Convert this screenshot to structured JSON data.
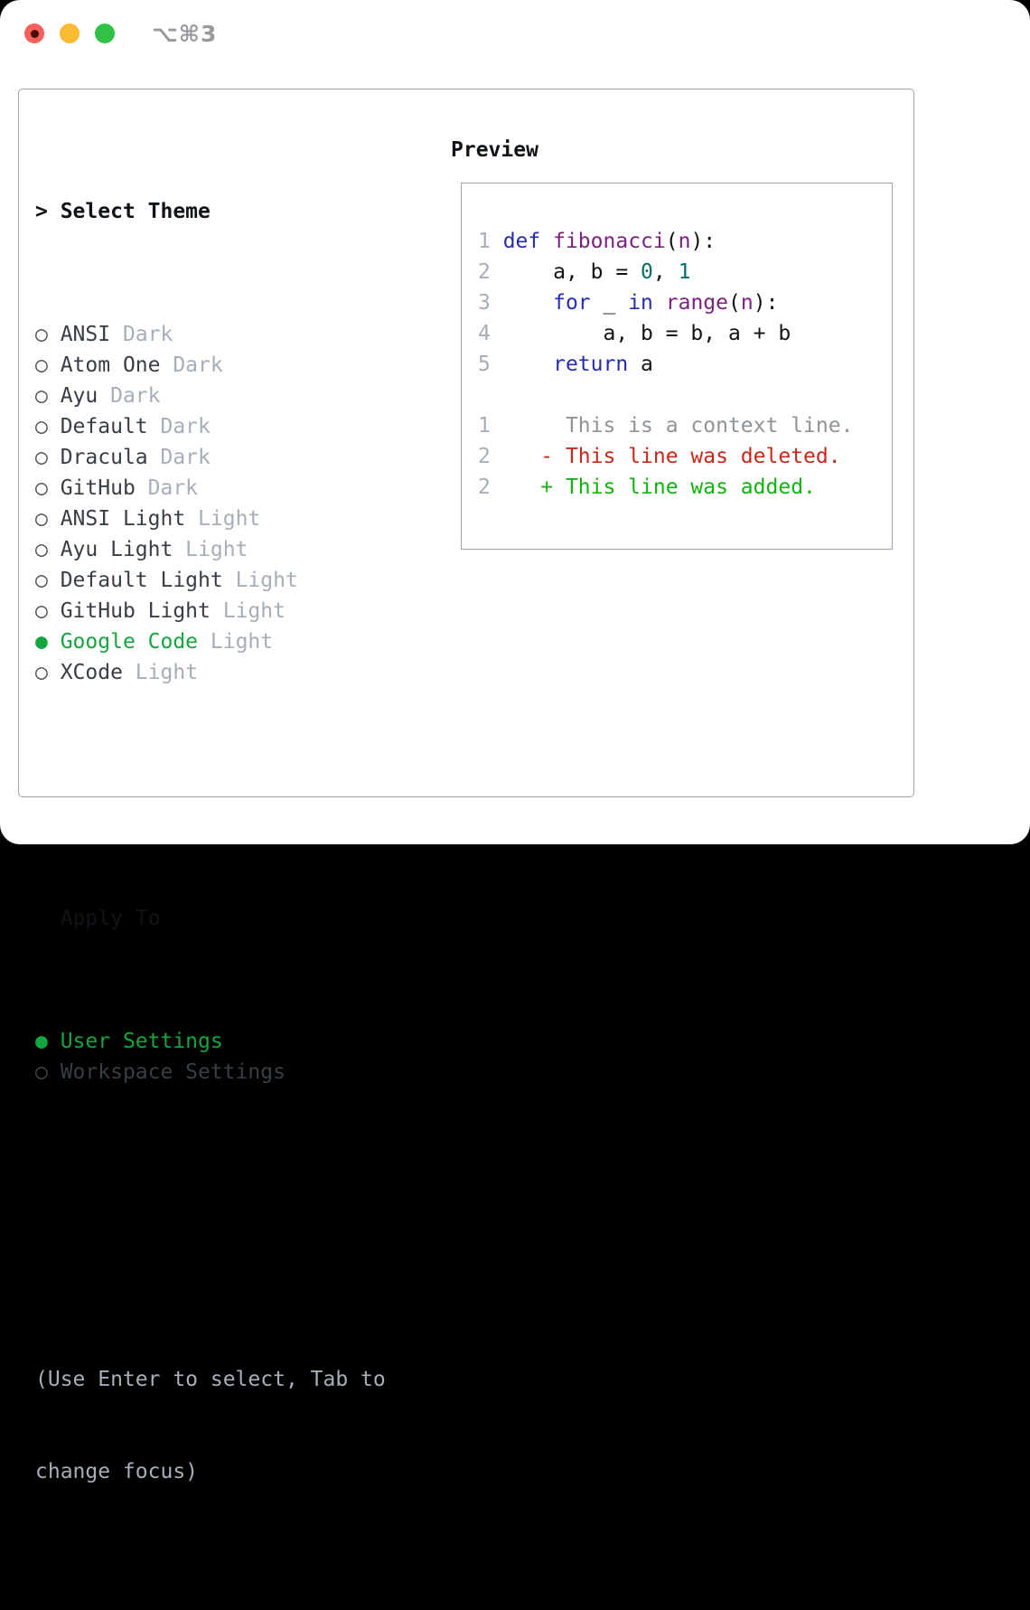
{
  "window": {
    "shortcut": "⌥⌘3",
    "traffic_lights": [
      {
        "name": "close-button",
        "color": "#f5605a"
      },
      {
        "name": "minimize-button",
        "color": "#f9bb33"
      },
      {
        "name": "zoom-button",
        "color": "#31c146"
      }
    ]
  },
  "theme_selector": {
    "title": "Select Theme",
    "markers": {
      "cursor": ">",
      "unselected": "○",
      "selected": "●"
    },
    "themes": [
      {
        "name": "ANSI",
        "variant": "Dark",
        "selected": false
      },
      {
        "name": "Atom One",
        "variant": "Dark",
        "selected": false
      },
      {
        "name": "Ayu",
        "variant": "Dark",
        "selected": false
      },
      {
        "name": "Default",
        "variant": "Dark",
        "selected": false
      },
      {
        "name": "Dracula",
        "variant": "Dark",
        "selected": false
      },
      {
        "name": "GitHub",
        "variant": "Dark",
        "selected": false
      },
      {
        "name": "ANSI Light",
        "variant": "Light",
        "selected": false
      },
      {
        "name": "Ayu Light",
        "variant": "Light",
        "selected": false
      },
      {
        "name": "Default Light",
        "variant": "Light",
        "selected": false
      },
      {
        "name": "GitHub Light",
        "variant": "Light",
        "selected": false
      },
      {
        "name": "Google Code",
        "variant": "Light",
        "selected": true
      },
      {
        "name": "XCode",
        "variant": "Light",
        "selected": false
      }
    ],
    "apply_to": {
      "title": "Apply To",
      "options": [
        {
          "name": "User Settings",
          "selected": true
        },
        {
          "name": "Workspace Settings",
          "selected": false
        }
      ]
    },
    "help_lines": [
      "(Use Enter to select, Tab to",
      "change focus)"
    ]
  },
  "preview": {
    "title": "Preview",
    "code_lines": [
      [
        [
          "ln",
          "1 "
        ],
        [
          "kw",
          "def"
        ],
        [
          "pl",
          " "
        ],
        [
          "fn",
          "fibonacci"
        ],
        [
          "pl",
          "("
        ],
        [
          "fn",
          "n"
        ],
        [
          "pl",
          "):"
        ]
      ],
      [
        [
          "ln",
          "2 "
        ],
        [
          "pl",
          "    a, b = "
        ],
        [
          "lit",
          "0"
        ],
        [
          "pl",
          ", "
        ],
        [
          "lit",
          "1"
        ]
      ],
      [
        [
          "ln",
          "3 "
        ],
        [
          "pl",
          "    "
        ],
        [
          "kw",
          "for"
        ],
        [
          "pl",
          " _ "
        ],
        [
          "kw",
          "in"
        ],
        [
          "pl",
          " "
        ],
        [
          "fn",
          "range"
        ],
        [
          "pl",
          "("
        ],
        [
          "fn",
          "n"
        ],
        [
          "pl",
          "):"
        ]
      ],
      [
        [
          "ln",
          "4 "
        ],
        [
          "pl",
          "        a, b = b, a + b"
        ]
      ],
      [
        [
          "ln",
          "5 "
        ],
        [
          "pl",
          "    "
        ],
        [
          "kw",
          "return"
        ],
        [
          "pl",
          " a"
        ]
      ],
      [],
      [
        [
          "ln",
          "1 "
        ],
        [
          "ctx",
          "     This is a context line."
        ]
      ],
      [
        [
          "ln",
          "2 "
        ],
        [
          "pl",
          "   "
        ],
        [
          "del",
          "- This line was deleted."
        ]
      ],
      [
        [
          "ln",
          "2 "
        ],
        [
          "pl",
          "   "
        ],
        [
          "add",
          "+ This line was added."
        ]
      ]
    ]
  },
  "colors": {
    "accent_green": "#13a63e",
    "added_green": "#10b30f",
    "deleted_red": "#c6281a",
    "context_gray": "#8f9499",
    "muted_gray": "#a6aeb9",
    "keyword_blue": "#252cb0",
    "function_purple": "#7d2181",
    "literal_teal": "#0e6b6b",
    "text_dark": "#383e45",
    "panel_border": "#9aa3ae",
    "traffic_red": "#f5605a",
    "traffic_yellow": "#f9bb33",
    "traffic_green": "#31c146"
  }
}
